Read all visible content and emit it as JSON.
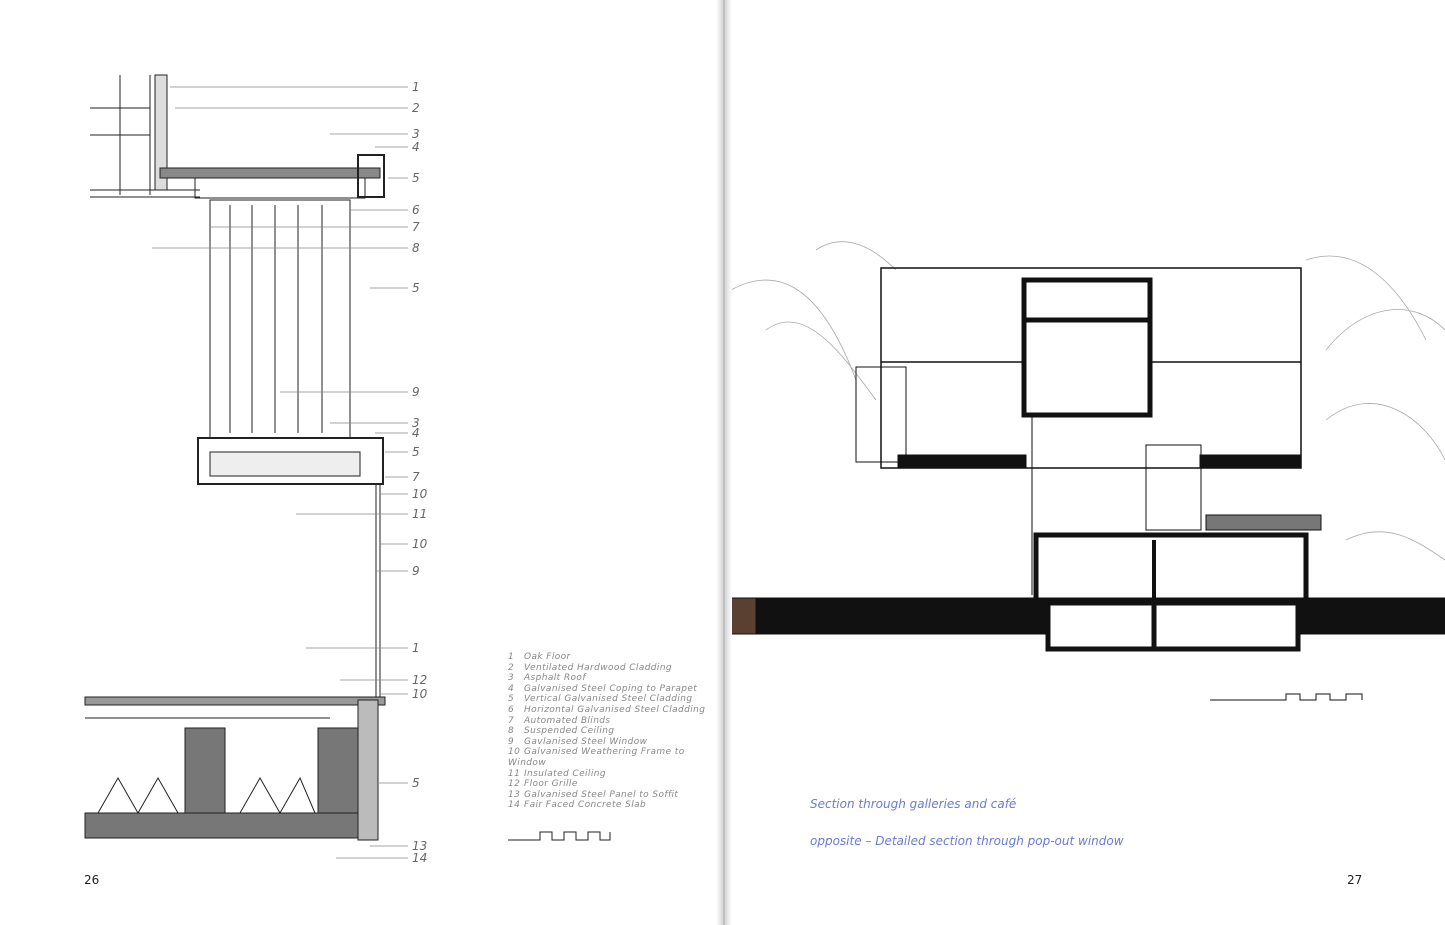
{
  "left_page": {
    "page_number": "26",
    "callouts": [
      "1",
      "2",
      "3",
      "4",
      "5",
      "6",
      "7",
      "8",
      "5",
      "9",
      "3",
      "4",
      "5",
      "7",
      "10",
      "11",
      "10",
      "9",
      "1",
      "12",
      "10",
      "5",
      "13",
      "14"
    ],
    "legend": [
      {
        "n": "1",
        "label": "Oak Floor"
      },
      {
        "n": "2",
        "label": "Ventilated Hardwood Cladding"
      },
      {
        "n": "3",
        "label": "Asphalt Roof"
      },
      {
        "n": "4",
        "label": "Galvanised Steel Coping to Parapet"
      },
      {
        "n": "5",
        "label": "Vertical Galvanised Steel Cladding"
      },
      {
        "n": "6",
        "label": "Horizontal Galvanised Steel Cladding"
      },
      {
        "n": "7",
        "label": "Automated Blinds"
      },
      {
        "n": "8",
        "label": "Suspended Ceiling"
      },
      {
        "n": "9",
        "label": "Gavlanised Steel Window"
      },
      {
        "n": "10",
        "label": "Galvanised Weathering Frame to Window"
      },
      {
        "n": "11",
        "label": "Insulated Ceiling"
      },
      {
        "n": "12",
        "label": "Floor Grille"
      },
      {
        "n": "13",
        "label": "Galvanised Steel Panel to Soffit"
      },
      {
        "n": "14",
        "label": "Fair Faced Concrete Slab"
      }
    ]
  },
  "right_page": {
    "page_number": "27",
    "caption_1": "Section through galleries and café",
    "caption_2": "opposite – Detailed section through pop-out window"
  },
  "colors": {
    "caption": "#6a7bcf"
  }
}
